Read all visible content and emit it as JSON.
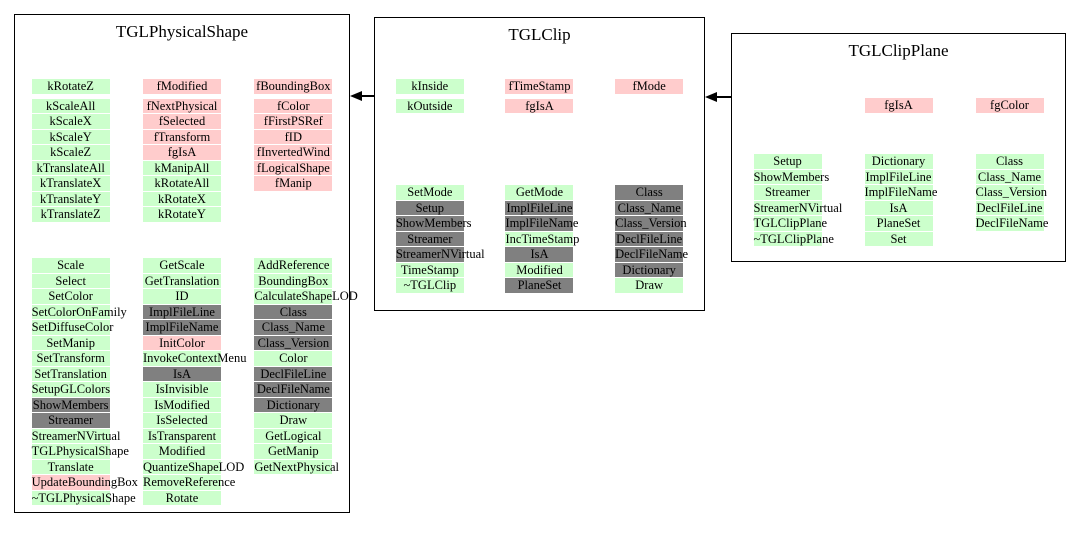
{
  "diagram_type": "class-inheritance",
  "colors": {
    "green": "#ccffcc",
    "pink": "#ffcccc",
    "gray": "#808080"
  },
  "relations": [
    {
      "from": "TGLClip",
      "to": "TGLPhysicalShape"
    },
    {
      "from": "TGLClipPlane",
      "to": "TGLClip"
    }
  ],
  "classes": [
    {
      "name": "TGLPhysicalShape",
      "top": [
        [
          {
            "label": "kRotateZ",
            "color": "green"
          },
          {
            "label": "kScaleAll",
            "color": "green"
          },
          {
            "label": "kScaleX",
            "color": "green"
          },
          {
            "label": "kScaleY",
            "color": "green"
          },
          {
            "label": "kScaleZ",
            "color": "green"
          },
          {
            "label": "kTranslateAll",
            "color": "green"
          },
          {
            "label": "kTranslateX",
            "color": "green"
          },
          {
            "label": "kTranslateY",
            "color": "green"
          },
          {
            "label": "kTranslateZ",
            "color": "green"
          }
        ],
        [
          {
            "label": "fModified",
            "color": "pink"
          },
          {
            "label": "fNextPhysical",
            "color": "pink"
          },
          {
            "label": "fSelected",
            "color": "pink"
          },
          {
            "label": "fTransform",
            "color": "pink"
          },
          {
            "label": "fgIsA",
            "color": "pink"
          },
          {
            "label": "kManipAll",
            "color": "green"
          },
          {
            "label": "kRotateAll",
            "color": "green"
          },
          {
            "label": "kRotateX",
            "color": "green"
          },
          {
            "label": "kRotateY",
            "color": "green"
          }
        ],
        [
          {
            "label": "fBoundingBox",
            "color": "pink"
          },
          {
            "label": "fColor",
            "color": "pink"
          },
          {
            "label": "fFirstPSRef",
            "color": "pink"
          },
          {
            "label": "fID",
            "color": "pink"
          },
          {
            "label": "fInvertedWind",
            "color": "pink"
          },
          {
            "label": "fLogicalShape",
            "color": "pink"
          },
          {
            "label": "fManip",
            "color": "pink"
          }
        ]
      ],
      "bottom": [
        [
          {
            "label": "Scale",
            "color": "green"
          },
          {
            "label": "Select",
            "color": "green"
          },
          {
            "label": "SetColor",
            "color": "green"
          },
          {
            "label": "SetColorOnFamily",
            "color": "green"
          },
          {
            "label": "SetDiffuseColor",
            "color": "green"
          },
          {
            "label": "SetManip",
            "color": "green"
          },
          {
            "label": "SetTransform",
            "color": "green"
          },
          {
            "label": "SetTranslation",
            "color": "green"
          },
          {
            "label": "SetupGLColors",
            "color": "green"
          },
          {
            "label": "ShowMembers",
            "color": "gray"
          },
          {
            "label": "Streamer",
            "color": "gray"
          },
          {
            "label": "StreamerNVirtual",
            "color": "green"
          },
          {
            "label": "TGLPhysicalShape",
            "color": "green"
          },
          {
            "label": "Translate",
            "color": "green"
          },
          {
            "label": "UpdateBoundingBox",
            "color": "pink"
          },
          {
            "label": "~TGLPhysicalShape",
            "color": "green"
          }
        ],
        [
          {
            "label": "GetScale",
            "color": "green"
          },
          {
            "label": "GetTranslation",
            "color": "green"
          },
          {
            "label": "ID",
            "color": "green"
          },
          {
            "label": "ImplFileLine",
            "color": "gray"
          },
          {
            "label": "ImplFileName",
            "color": "gray"
          },
          {
            "label": "InitColor",
            "color": "pink"
          },
          {
            "label": "InvokeContextMenu",
            "color": "green"
          },
          {
            "label": "IsA",
            "color": "gray"
          },
          {
            "label": "IsInvisible",
            "color": "green"
          },
          {
            "label": "IsModified",
            "color": "green"
          },
          {
            "label": "IsSelected",
            "color": "green"
          },
          {
            "label": "IsTransparent",
            "color": "green"
          },
          {
            "label": "Modified",
            "color": "green"
          },
          {
            "label": "QuantizeShapeLOD",
            "color": "green"
          },
          {
            "label": "RemoveReference",
            "color": "green"
          },
          {
            "label": "Rotate",
            "color": "green"
          }
        ],
        [
          {
            "label": "AddReference",
            "color": "green"
          },
          {
            "label": "BoundingBox",
            "color": "green"
          },
          {
            "label": "CalculateShapeLOD",
            "color": "green"
          },
          {
            "label": "Class",
            "color": "gray"
          },
          {
            "label": "Class_Name",
            "color": "gray"
          },
          {
            "label": "Class_Version",
            "color": "gray"
          },
          {
            "label": "Color",
            "color": "green"
          },
          {
            "label": "DeclFileLine",
            "color": "gray"
          },
          {
            "label": "DeclFileName",
            "color": "gray"
          },
          {
            "label": "Dictionary",
            "color": "gray"
          },
          {
            "label": "Draw",
            "color": "green"
          },
          {
            "label": "GetLogical",
            "color": "green"
          },
          {
            "label": "GetManip",
            "color": "green"
          },
          {
            "label": "GetNextPhysical",
            "color": "green"
          }
        ]
      ]
    },
    {
      "name": "TGLClip",
      "top": [
        [
          {
            "label": "kInside",
            "color": "green"
          },
          {
            "label": "kOutside",
            "color": "green"
          }
        ],
        [
          {
            "label": "fTimeStamp",
            "color": "pink"
          },
          {
            "label": "fgIsA",
            "color": "pink"
          }
        ],
        [
          {
            "label": "fMode",
            "color": "pink"
          }
        ]
      ],
      "bottom": [
        [
          {
            "label": "SetMode",
            "color": "green"
          },
          {
            "label": "Setup",
            "color": "gray"
          },
          {
            "label": "ShowMembers",
            "color": "gray"
          },
          {
            "label": "Streamer",
            "color": "gray"
          },
          {
            "label": "StreamerNVirtual",
            "color": "gray"
          },
          {
            "label": "TimeStamp",
            "color": "green"
          },
          {
            "label": "~TGLClip",
            "color": "green"
          }
        ],
        [
          {
            "label": "GetMode",
            "color": "green"
          },
          {
            "label": "ImplFileLine",
            "color": "gray"
          },
          {
            "label": "ImplFileName",
            "color": "gray"
          },
          {
            "label": "IncTimeStamp",
            "color": "green"
          },
          {
            "label": "IsA",
            "color": "gray"
          },
          {
            "label": "Modified",
            "color": "green"
          },
          {
            "label": "PlaneSet",
            "color": "gray"
          }
        ],
        [
          {
            "label": "Class",
            "color": "gray"
          },
          {
            "label": "Class_Name",
            "color": "gray"
          },
          {
            "label": "Class_Version",
            "color": "gray"
          },
          {
            "label": "DeclFileLine",
            "color": "gray"
          },
          {
            "label": "DeclFileName",
            "color": "gray"
          },
          {
            "label": "Dictionary",
            "color": "gray"
          },
          {
            "label": "Draw",
            "color": "green"
          }
        ]
      ]
    },
    {
      "name": "TGLClipPlane",
      "top": [
        [],
        [
          {
            "label": "fgIsA",
            "color": "pink"
          }
        ],
        [
          {
            "label": "fgColor",
            "color": "pink"
          }
        ]
      ],
      "bottom": [
        [
          {
            "label": "Setup",
            "color": "green"
          },
          {
            "label": "ShowMembers",
            "color": "green"
          },
          {
            "label": "Streamer",
            "color": "green"
          },
          {
            "label": "StreamerNVirtual",
            "color": "green"
          },
          {
            "label": "TGLClipPlane",
            "color": "green"
          },
          {
            "label": "~TGLClipPlane",
            "color": "green"
          }
        ],
        [
          {
            "label": "Dictionary",
            "color": "green"
          },
          {
            "label": "ImplFileLine",
            "color": "green"
          },
          {
            "label": "ImplFileName",
            "color": "green"
          },
          {
            "label": "IsA",
            "color": "green"
          },
          {
            "label": "PlaneSet",
            "color": "green"
          },
          {
            "label": "Set",
            "color": "green"
          }
        ],
        [
          {
            "label": "Class",
            "color": "green"
          },
          {
            "label": "Class_Name",
            "color": "green"
          },
          {
            "label": "Class_Version",
            "color": "green"
          },
          {
            "label": "DeclFileLine",
            "color": "green"
          },
          {
            "label": "DeclFileName",
            "color": "green"
          }
        ]
      ]
    }
  ]
}
